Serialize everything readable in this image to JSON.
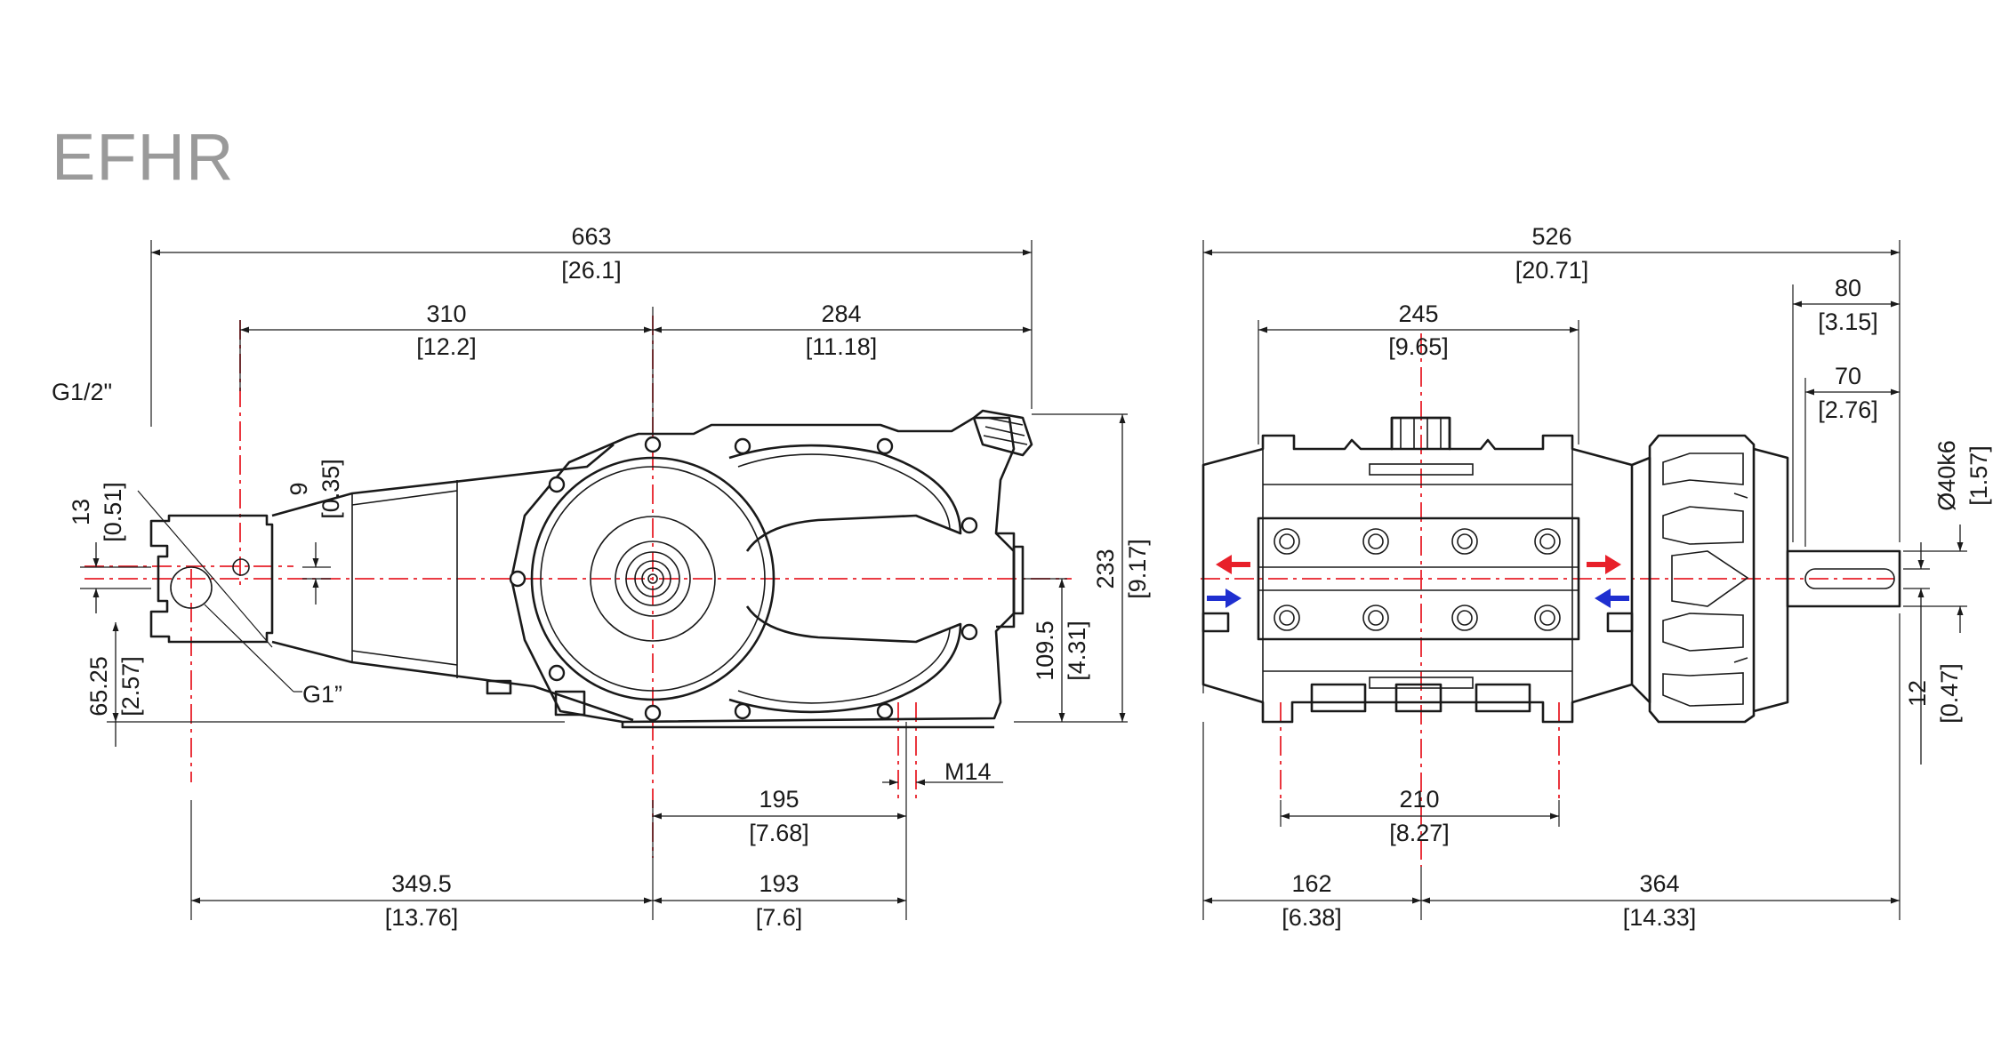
{
  "title": "EFHR",
  "side_view": {
    "overall_length": {
      "mm": "663",
      "in": "[26.1]"
    },
    "left_to_center": {
      "mm": "310",
      "in": "[12.2]"
    },
    "center_to_right": {
      "mm": "284",
      "in": "[11.18]"
    },
    "port_small_label": "G1/2\"",
    "port_large_label": "G1”",
    "port_offset_13": {
      "mm": "13",
      "in": "[0.51]"
    },
    "port_offset_9": {
      "mm": "9",
      "in": "[0.35]"
    },
    "port_height": {
      "mm": "65.25",
      "in": "[2.57]"
    },
    "overall_height": {
      "mm": "233",
      "in": "[9.17]"
    },
    "shaft_height": {
      "mm": "109.5",
      "in": "[4.31]"
    },
    "thread_label": "M14",
    "center_to_mount": {
      "mm": "195",
      "in": "[7.68]"
    },
    "port_to_center": {
      "mm": "349.5",
      "in": "[13.76]"
    },
    "center_to_foot": {
      "mm": "193",
      "in": "[7.6]"
    }
  },
  "top_view": {
    "overall_width": {
      "mm": "526",
      "in": "[20.71]"
    },
    "head_width": {
      "mm": "245",
      "in": "[9.65]"
    },
    "shaft_length_80": {
      "mm": "80",
      "in": "[3.15]"
    },
    "shaft_length_70": {
      "mm": "70",
      "in": "[2.76]"
    },
    "shaft_diameter": {
      "mm": "Ø40k6",
      "in": "[1.57]"
    },
    "key_offset": {
      "mm": "12",
      "in": "[0.47]"
    },
    "mount_spacing": {
      "mm": "210",
      "in": "[8.27]"
    },
    "left_to_center": {
      "mm": "162",
      "in": "[6.38]"
    },
    "center_to_shaft_end": {
      "mm": "364",
      "in": "[14.33]"
    }
  },
  "colors": {
    "centerline": "#e8202a",
    "outlet_arrow": "#e8202a",
    "inlet_arrow": "#1f2fd0",
    "title": "#9a9a9a"
  }
}
